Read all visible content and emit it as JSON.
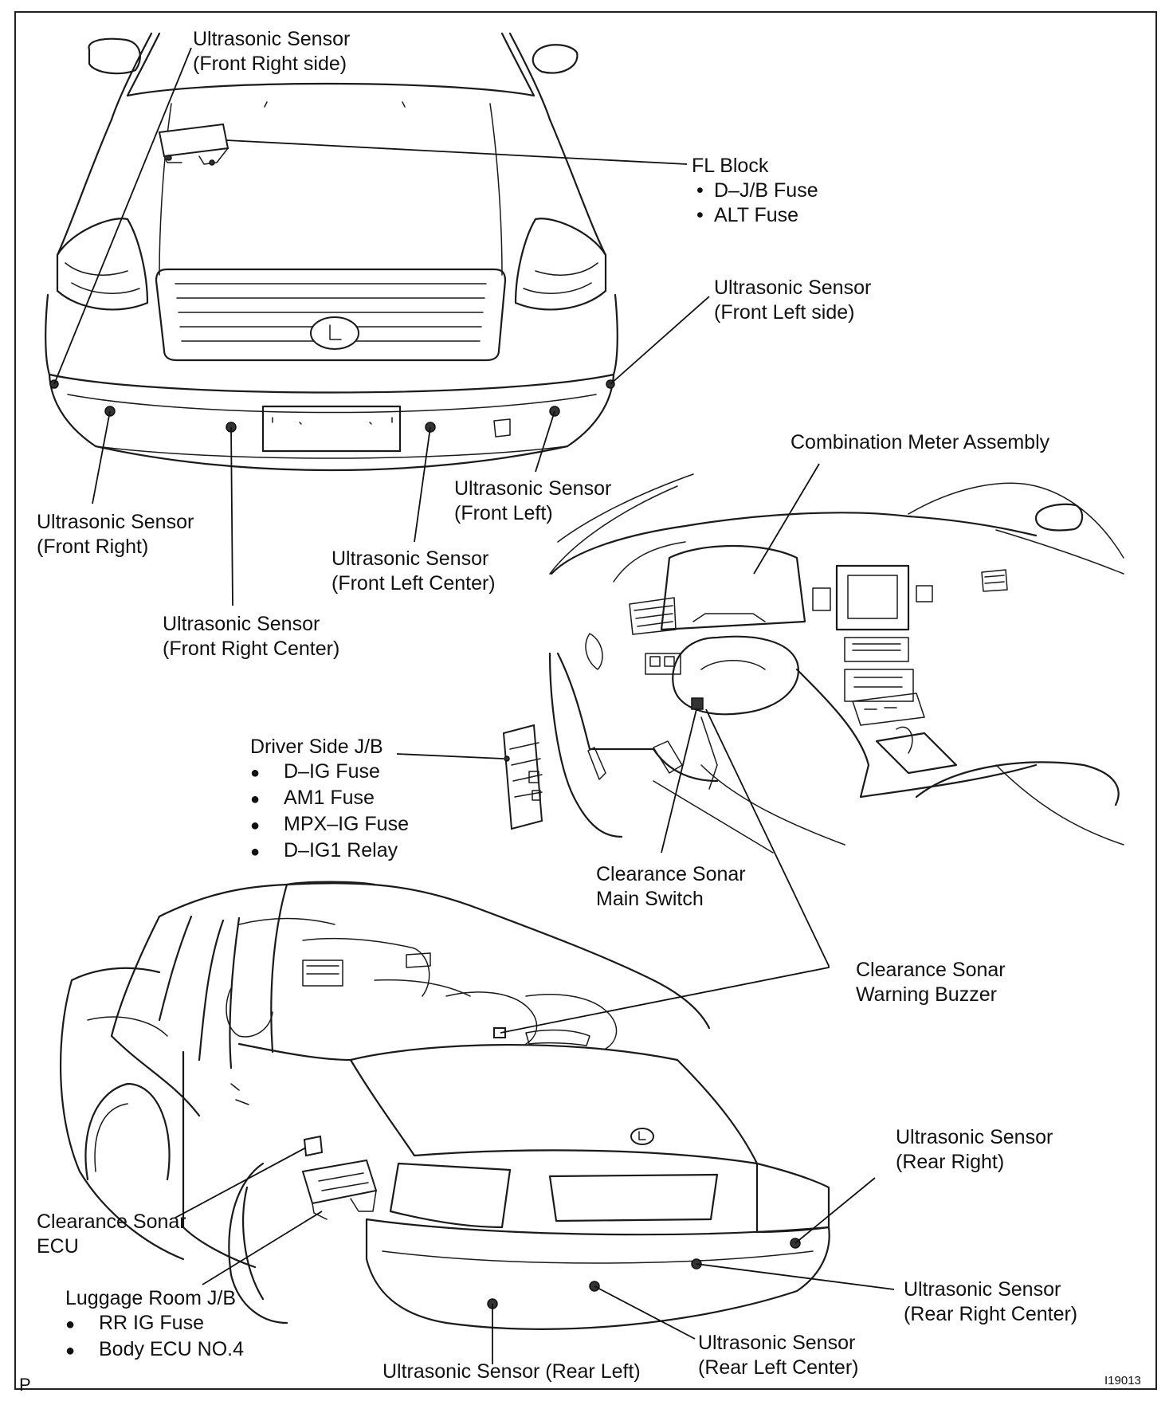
{
  "labels": {
    "us_front_right_side": [
      "Ultrasonic Sensor",
      "(Front Right side)"
    ],
    "fl_block": {
      "title": "FL Block",
      "items": [
        "D–J/B Fuse",
        "ALT Fuse"
      ]
    },
    "us_front_left_side": [
      "Ultrasonic Sensor",
      "(Front Left side)"
    ],
    "combination_meter": "Combination Meter Assembly",
    "us_front_left": [
      "Ultrasonic Sensor",
      "(Front Left)"
    ],
    "us_front_right": [
      "Ultrasonic Sensor",
      "(Front Right)"
    ],
    "us_front_left_center": [
      "Ultrasonic Sensor",
      "(Front Left Center)"
    ],
    "us_front_right_center": [
      "Ultrasonic Sensor",
      "(Front Right Center)"
    ],
    "driver_side_jb": {
      "title": "Driver Side J/B",
      "items": [
        "D–IG Fuse",
        "AM1 Fuse",
        "MPX–IG Fuse",
        "D–IG1 Relay"
      ]
    },
    "clearance_sonar_main_switch": [
      "Clearance Sonar",
      "Main Switch"
    ],
    "clearance_sonar_warning_buzzer": [
      "Clearance Sonar",
      "Warning Buzzer"
    ],
    "us_rear_right": [
      "Ultrasonic Sensor",
      "(Rear Right)"
    ],
    "clearance_sonar_ecu": [
      "Clearance Sonar",
      "ECU"
    ],
    "luggage_room_jb": {
      "title": "Luggage Room J/B",
      "items": [
        "RR IG Fuse",
        "Body ECU NO.4"
      ]
    },
    "us_rear_right_center": [
      "Ultrasonic Sensor",
      "(Rear Right Center)"
    ],
    "us_rear_left_center": [
      "Ultrasonic Sensor",
      "(Rear Left Center)"
    ],
    "us_rear_left": "Ultrasonic Sensor (Rear Left)"
  },
  "corner_mark": "P",
  "figure_code": "I19013"
}
